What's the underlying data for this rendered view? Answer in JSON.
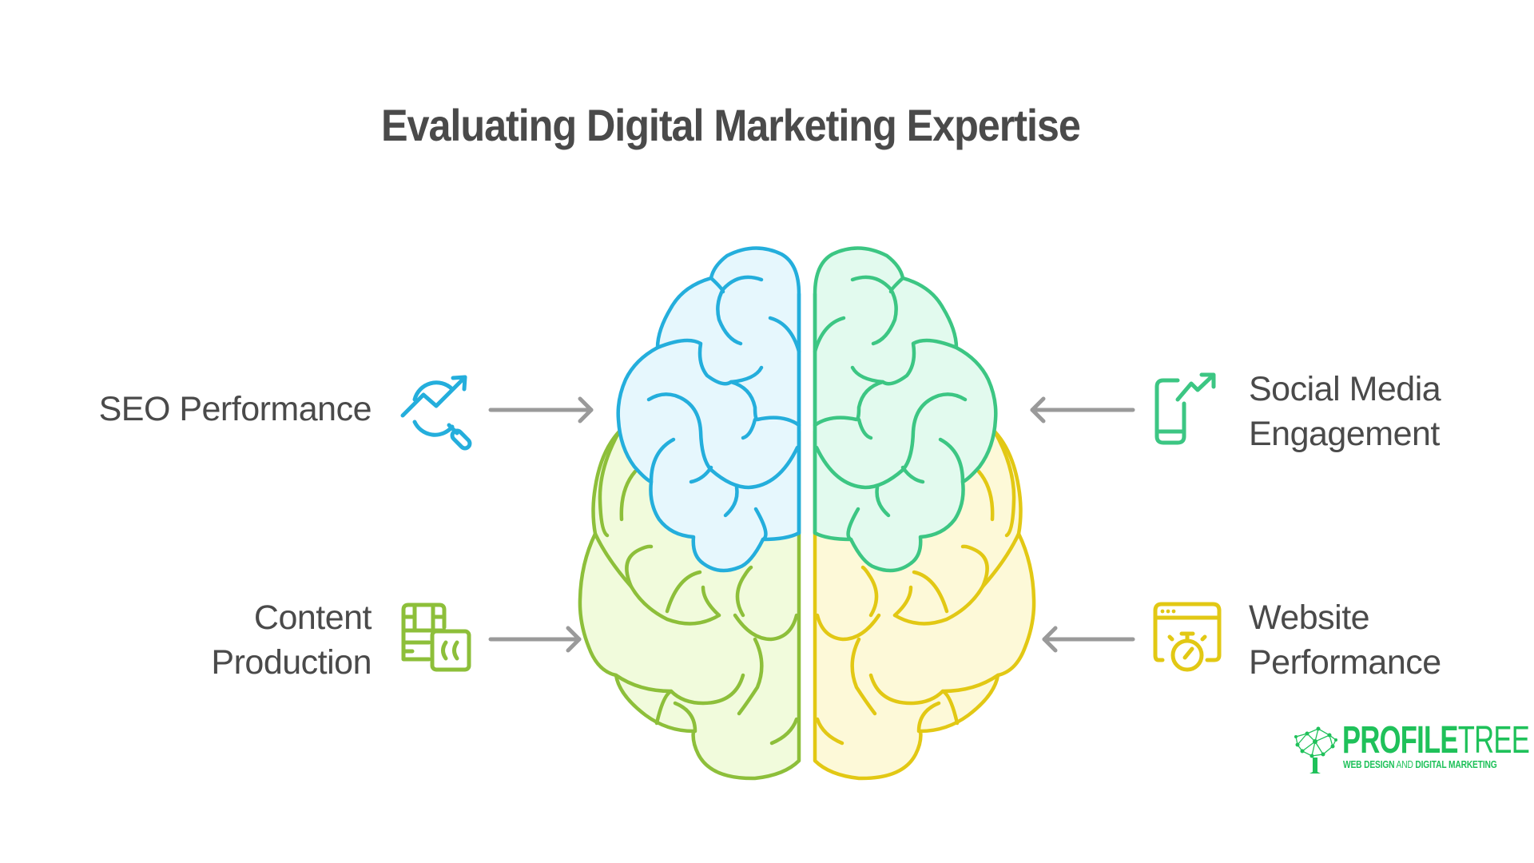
{
  "title": "Evaluating Digital Marketing Expertise",
  "quadrants": [
    {
      "id": "seo",
      "lines": [
        "SEO Performance"
      ],
      "icon": "seo-chart-magnifier-icon",
      "position": "top-left",
      "color": "#24aedc",
      "fill": "#e6f7fd",
      "arrow_direction": "right"
    },
    {
      "id": "content",
      "lines": [
        "Content",
        "Production"
      ],
      "icon": "film-strip-closed-caption-icon",
      "position": "bottom-left",
      "color": "#8dbf3a",
      "fill": "#f1fbdc",
      "arrow_direction": "right"
    },
    {
      "id": "social",
      "lines": [
        "Social Media",
        "Engagement"
      ],
      "icon": "phone-trend-up-icon",
      "position": "top-right",
      "color": "#3cc683",
      "fill": "#e2faee",
      "arrow_direction": "left"
    },
    {
      "id": "website",
      "lines": [
        "Website",
        "Performance"
      ],
      "icon": "browser-stopwatch-icon",
      "position": "bottom-right",
      "color": "#e2c814",
      "fill": "#fdf9d8",
      "arrow_direction": "left"
    }
  ],
  "arrow_color": "#999999",
  "logo": {
    "word_bold": "PROFILE",
    "word_thin": "TREE",
    "tagline_bold": "WEB DESIGN",
    "tagline_thin": " AND ",
    "tagline_bold2": "DIGITAL MARKETING",
    "color": "#1fc15a"
  }
}
